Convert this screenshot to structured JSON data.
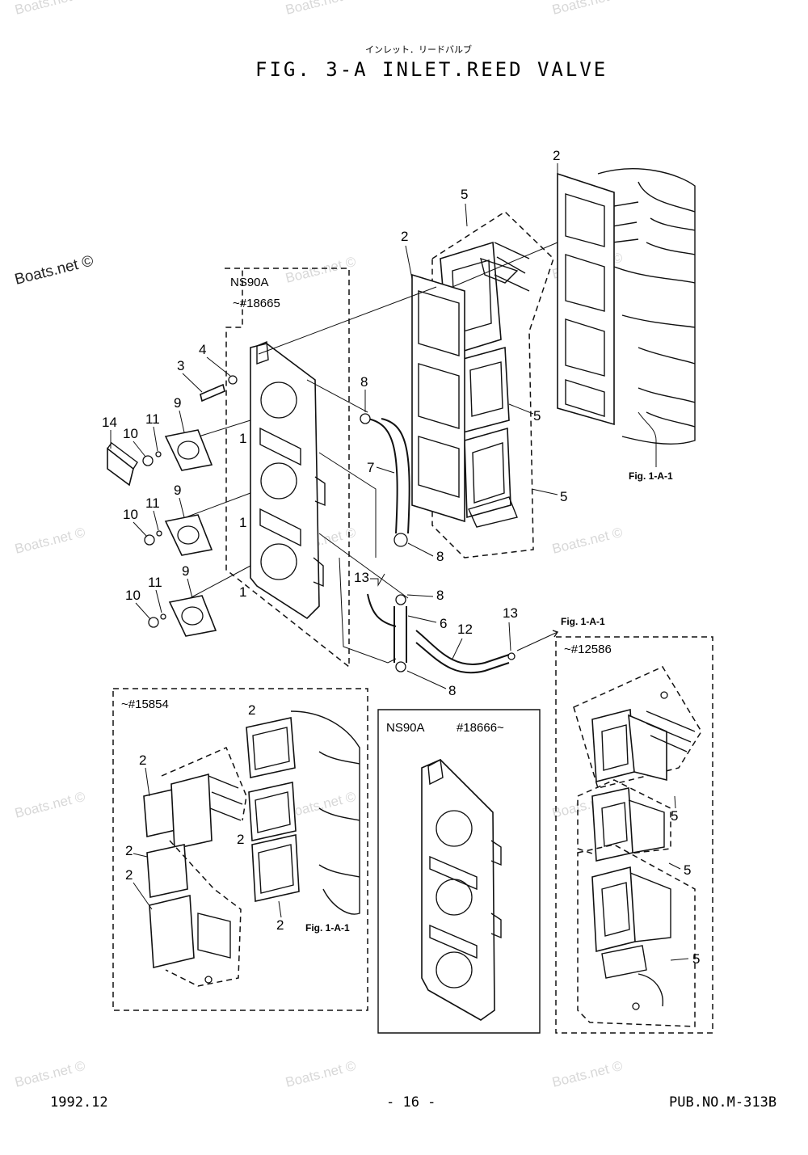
{
  "header": {
    "title_jp": "インレット．リードバルブ",
    "title": "FIG.  3-A INLET.REED VALVE"
  },
  "watermark": {
    "text": "Boats.net ©"
  },
  "boxes": {
    "main_box": [
      "NS90A",
      "~#18665"
    ],
    "box_15854": "~#15854",
    "box_18666": [
      "NS90A",
      "#18666~"
    ],
    "box_12586": "~#12586"
  },
  "references": {
    "fig_1a1": "Fig. 1-A-1",
    "fig_1a1_arrow": "Fig. 1-A-1"
  },
  "callouts": {
    "c1": "1",
    "c1b": "1",
    "c1c": "1",
    "c2a": "2",
    "c2b": "2",
    "c3": "3",
    "c4": "4",
    "c5a": "5",
    "c5b": "5",
    "c5c": "5",
    "c6": "6",
    "c7": "7",
    "c8a": "8",
    "c8b": "8",
    "c8c": "8",
    "c8d": "8",
    "c9a": "9",
    "c9b": "9",
    "c9c": "9",
    "c10a": "10",
    "c10b": "10",
    "c10c": "10",
    "c11a": "11",
    "c11b": "11",
    "c11c": "11",
    "c12": "12",
    "c13a": "13",
    "c13b": "13",
    "c14": "14",
    "s2a": "2",
    "s2b": "2",
    "s2c": "2",
    "s2d": "2",
    "s2e": "2",
    "s2f": "2",
    "r5a": "5",
    "r5b": "5",
    "r5c": "5"
  },
  "footer": {
    "date": "1992.12",
    "page": "- 16 -",
    "pub": "PUB.NO.M-313B"
  }
}
